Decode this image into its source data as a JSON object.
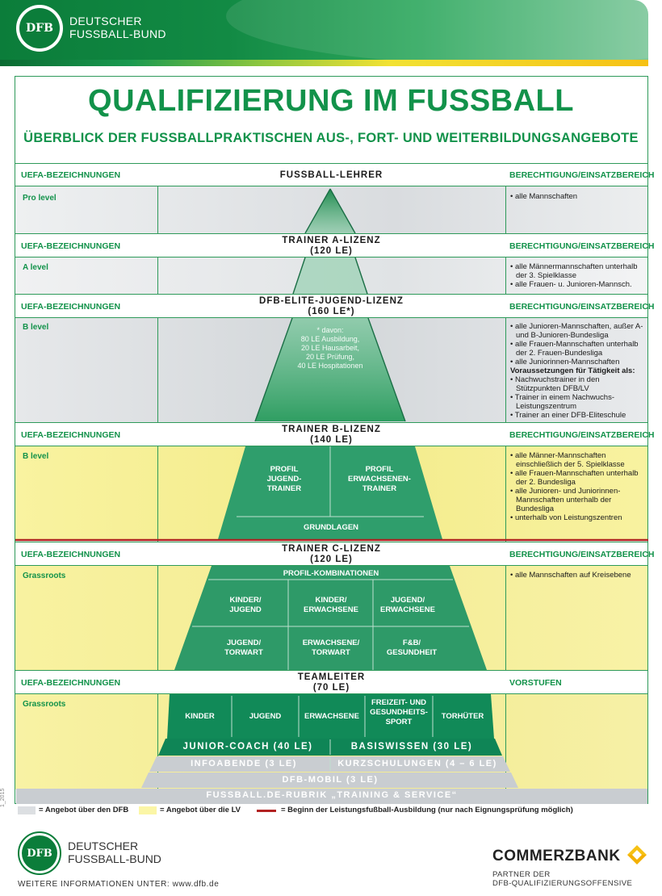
{
  "header": {
    "brand_line1": "DEUTSCHER",
    "brand_line2": "FUSSBALL-BUND"
  },
  "title": "QUALIFIZIERUNG IM FUSSBALL",
  "subtitle": "ÜBERBLICK DER FUSSBALLPRAKTISCHEN AUS-, FORT- UND WEITERBILDUNGSANGEBOTE",
  "col_left": "UEFA-BEZEICHNUNGEN",
  "col_right": "BERECHTIGUNG/EINSATZBEREICH",
  "col_right_last": "VORSTUFEN",
  "sections": [
    {
      "center": "FUSSBALL-LEHRER",
      "sub": "",
      "level": "Pro level",
      "bullets": [
        "alle Mannschaften"
      ]
    },
    {
      "center": "TRAINER A-LIZENZ",
      "sub": "(120 LE)",
      "level": "A level",
      "bullets": [
        "alle Männermannschaften unterhalb der 3. Spielklasse",
        "alle Frauen- u. Junioren-Mannsch."
      ]
    },
    {
      "center": "DFB-ELITE-JUGEND-LIZENZ",
      "sub": "(160 LE*)",
      "level": "B level",
      "bullets": [
        "alle Junioren-Mannschaften, außer A- und B-Junioren-Bundesliga",
        "alle Frauen-Mannschaften unterhalb der 2. Frauen-Bundesliga",
        "alle Juniorinnen-Mannschaften"
      ],
      "extra_title": "Voraussetzungen für Tätigkeit als:",
      "extra_bullets": [
        "Nachwuchstrainer in den Stützpunkten DFB/LV",
        "Trainer in einem Nachwuchs-Leistungszentrum",
        "Trainer an einer DFB-Eliteschule"
      ]
    },
    {
      "center": "TRAINER B-LIZENZ",
      "sub": "(140 LE)",
      "level": "B level",
      "bullets": [
        "alle Männer-Mannschaften einschließlich der 5. Spielklasse",
        "alle Frauen-Mannschaften unterhalb der 2. Bundesliga",
        "alle Junioren- und Juniorinnen-Mannschaften unterhalb der Bundesliga",
        "unterhalb von Leistungszentren"
      ]
    },
    {
      "center": "TRAINER C-LIZENZ",
      "sub": "(120 LE)",
      "level": "Grassroots",
      "bullets": [
        "alle Mannschaften auf Kreisebene"
      ]
    },
    {
      "center": "TEAMLEITER",
      "sub": "(70 LE)",
      "level": "Grassroots",
      "bullets": []
    }
  ],
  "elite_note": [
    "* davon:",
    "80 LE Ausbildung,",
    "20 LE Hausarbeit,",
    "20 LE Prüfung,",
    "40 LE Hospitationen"
  ],
  "b_lizenz": {
    "left": "PROFIL JUGEND-TRAINER",
    "right": "PROFIL ERWACHSENEN-TRAINER",
    "bottom": "GRUNDLAGEN"
  },
  "c_lizenz": {
    "header": "PROFIL-KOMBINATIONEN",
    "cells": [
      "KINDER/ JUGEND",
      "KINDER/ ERWACHSENE",
      "JUGEND/ ERWACHSENE",
      "JUGEND/ TORWART",
      "ERWACHSENE/ TORWART",
      "F&B/ GESUNDHEIT"
    ]
  },
  "teamleiter": {
    "cells": [
      "KINDER",
      "JUGEND",
      "ERWACHSENE",
      "FREIZEIT- UND GESUNDHEITS-SPORT",
      "TORHÜTER"
    ]
  },
  "bands": {
    "junior": "JUNIOR-COACH (40 LE)",
    "basis": "BASISWISSEN (30 LE)",
    "info": "INFOABENDE (3 LE)",
    "kurz": "KURZSCHULUNGEN (4 – 6 LE)",
    "mobil": "DFB-MOBIL (3 LE)",
    "rubrik": "FUSSBALL.DE-RUBRIK „TRAINING & SERVICE“"
  },
  "side_code": "1_2015",
  "legend": {
    "dfb": "= Angebot über den DFB",
    "lv": "= Angebot über die LV",
    "line": "= Beginn der Leistungsfußball-Ausbildung (nur nach Eignungsprüfung möglich)"
  },
  "footer": {
    "brand_line1": "DEUTSCHER",
    "brand_line2": "FUSSBALL-BUND",
    "info_label": "WEITERE INFORMATIONEN UNTER:",
    "info_url": "www.dfb.de",
    "bank": "COMMERZBANK",
    "partner1": "PARTNER DER",
    "partner2": "DFB-QUALIFIZIERUNGSOFFENSIVE"
  },
  "colors": {
    "green": "#12924a",
    "dark_green": "#0b7d3a",
    "yellow": "#fbf6a6",
    "grey": "#dcdfe2",
    "red": "#b22222"
  }
}
